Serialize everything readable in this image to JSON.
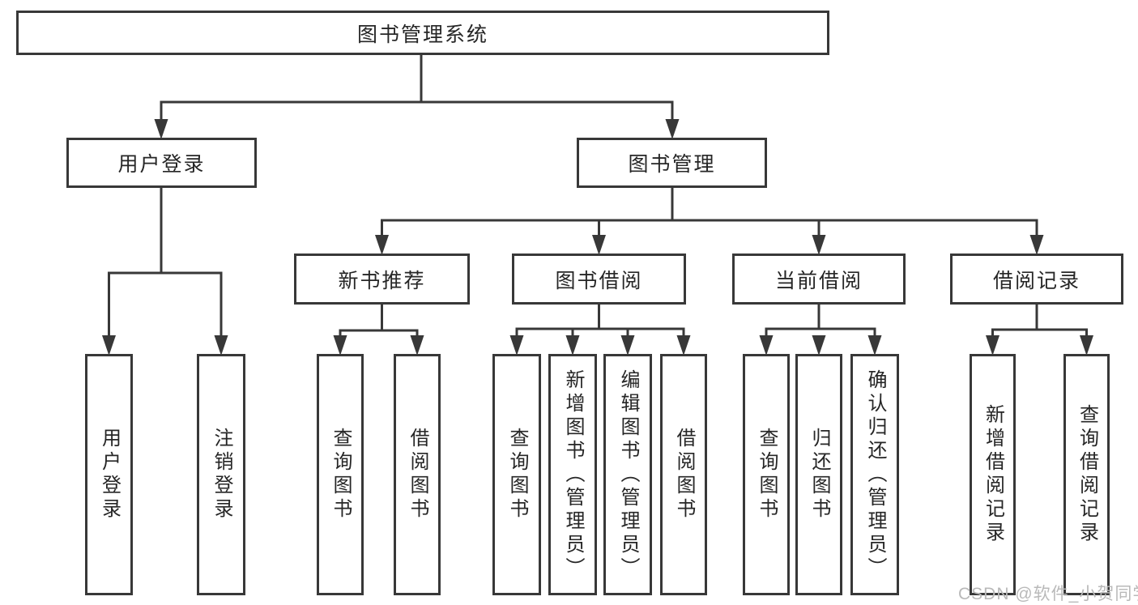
{
  "diagram": {
    "root": {
      "label": "图书管理系统"
    },
    "user_login": {
      "label": "用户登录"
    },
    "book_management": {
      "label": "图书管理"
    },
    "user_login_children": [
      {
        "label": "用户登录"
      },
      {
        "label": "注销登录"
      }
    ],
    "modules": [
      {
        "label": "新书推荐"
      },
      {
        "label": "图书借阅"
      },
      {
        "label": "当前借阅"
      },
      {
        "label": "借阅记录"
      }
    ],
    "new_book_children": [
      {
        "label": "查询图书"
      },
      {
        "label": "借阅图书"
      }
    ],
    "book_borrow_children": [
      {
        "label": "查询图书"
      },
      {
        "label": "新增图书（管理员）"
      },
      {
        "label": "编辑图书（管理员）"
      },
      {
        "label": "借阅图书"
      }
    ],
    "current_borrow_children": [
      {
        "label": "查询图书"
      },
      {
        "label": "归还图书"
      },
      {
        "label": "确认归还（管理员）"
      }
    ],
    "borrow_record_children": [
      {
        "label": "新增借阅记录"
      },
      {
        "label": "查询借阅记录"
      }
    ]
  },
  "watermark": {
    "text": "CSDN @软件_小贺同学"
  },
  "colors": {
    "line": "#383838",
    "box_border": "#383838",
    "text": "#262626",
    "watermark": "#b9b9b9",
    "background": "#ffffff"
  }
}
